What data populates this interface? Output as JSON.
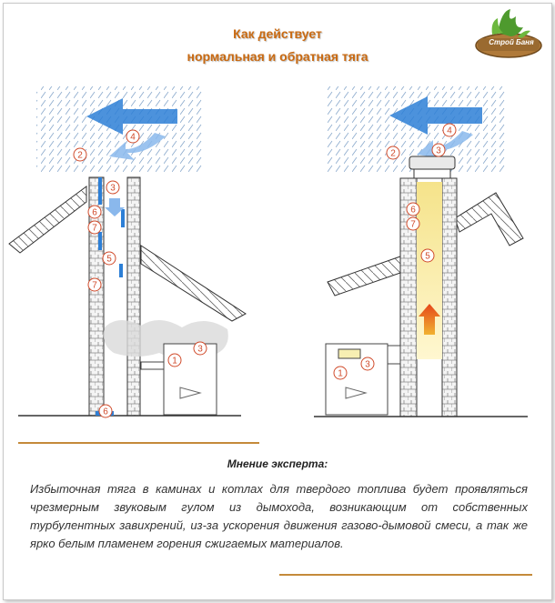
{
  "header": {
    "title_line1": "Как действует",
    "title_line2": "нормальная и обратная тяга",
    "logo_text": "Строй Баня"
  },
  "diagram": {
    "left_labels": [
      "2",
      "4",
      "3",
      "6",
      "7",
      "5",
      "7",
      "3",
      "1",
      "6"
    ],
    "right_labels": [
      "2",
      "4",
      "3",
      "6",
      "7",
      "5",
      "1",
      "3"
    ]
  },
  "expert": {
    "heading": "Мнение эксперта:",
    "text": "Избыточная тяга в каминах и котлах для твердого топлива будет проявляться чрезмерным звуковым гулом из дымохода, возникающим от собственных турбулентных завихрений, из-за ускорения движения газово-дымовой смеси, а так же ярко белым пламенем горения сжигаемых материалов."
  },
  "colors": {
    "title": "#c96a12",
    "arrow_blue": "#2d7fd6",
    "flame": "#e5471a",
    "rule": "#c48a3a"
  }
}
